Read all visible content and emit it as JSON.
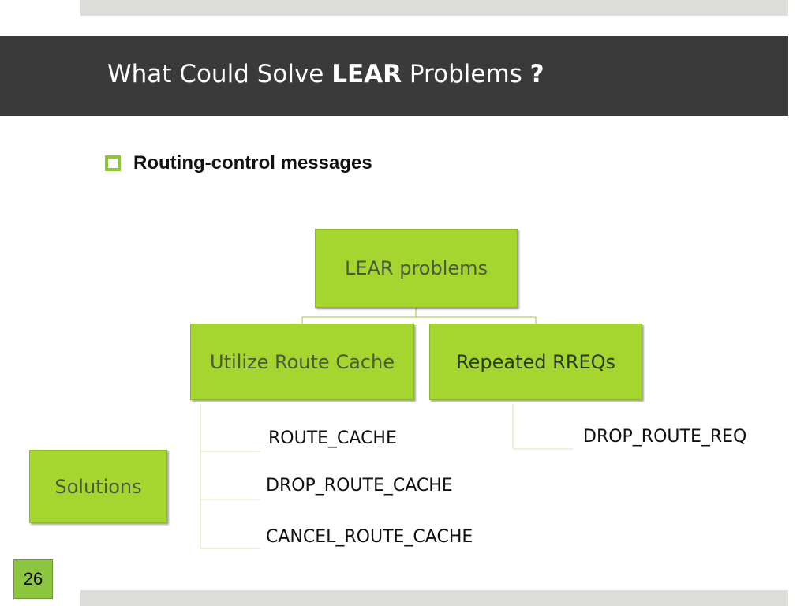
{
  "slide": {
    "title_prefix": "What Could Solve ",
    "title_bold": "LEAR",
    "title_middle": " Problems ",
    "title_end": "?",
    "bullet": "Routing-control messages",
    "page_number": "26"
  },
  "diagram": {
    "root": "LEAR problems",
    "children": [
      "Utilize Route Cache",
      "Repeated RREQs"
    ],
    "solutions_label": "Solutions",
    "cache_solutions": [
      "ROUTE_CACHE",
      "DROP_ROUTE_CACHE",
      "CANCEL_ROUTE_CACHE"
    ],
    "rreq_solutions": [
      "DROP_ROUTE_REQ"
    ]
  },
  "colors": {
    "title_bar": "#3a3a3a",
    "node_fill": "#a5d62f",
    "accent_green": "#8cc63f",
    "strip_gray": "#dcddd8"
  }
}
